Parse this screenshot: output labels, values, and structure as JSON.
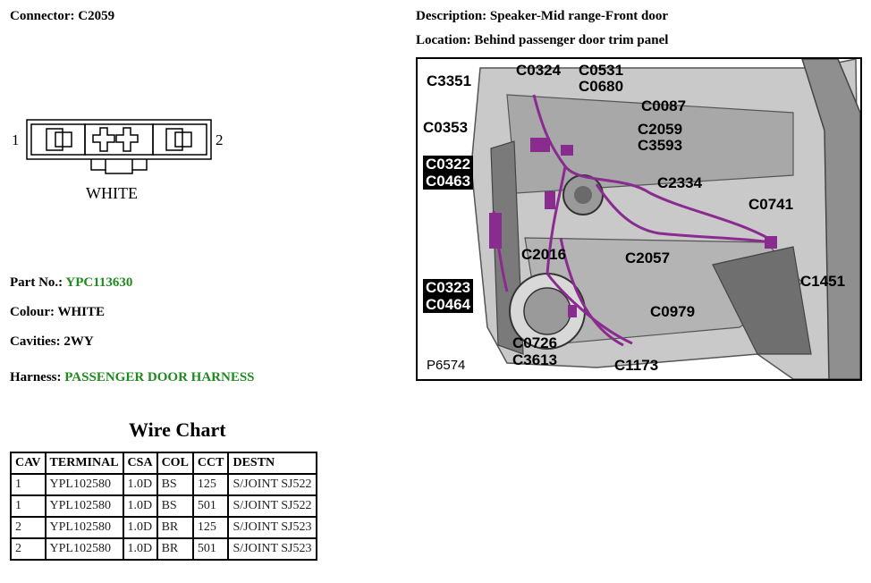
{
  "connector": {
    "label": "Connector:",
    "value": "C2059"
  },
  "description": {
    "label": "Description:",
    "value": "Speaker-Mid range-Front door"
  },
  "location": {
    "label": "Location:",
    "value": "Behind passenger door trim panel"
  },
  "diagram": {
    "pin_left": "1",
    "pin_right": "2",
    "color_text": "WHITE"
  },
  "part_no": {
    "label": "Part No.:",
    "value": "YPC113630"
  },
  "colour": {
    "label": "Colour:",
    "value": "WHITE"
  },
  "cavities": {
    "label": "Cavities:",
    "value": "2WY"
  },
  "harness": {
    "label": "Harness:",
    "value": "PASSENGER DOOR HARNESS"
  },
  "wire_chart": {
    "title": "Wire Chart",
    "headers": [
      "CAV",
      "TERMINAL",
      "CSA",
      "COL",
      "CCT",
      "DESTN"
    ],
    "rows": [
      [
        "1",
        "YPL102580",
        "1.0D",
        "BS",
        "125",
        "S/JOINT SJ522"
      ],
      [
        "1",
        "YPL102580",
        "1.0D",
        "BS",
        "501",
        "S/JOINT SJ522"
      ],
      [
        "2",
        "YPL102580",
        "1.0D",
        "BR",
        "125",
        "S/JOINT SJ523"
      ],
      [
        "2",
        "YPL102580",
        "1.0D",
        "BR",
        "501",
        "S/JOINT SJ523"
      ]
    ]
  },
  "photo": {
    "ref": "P6574",
    "callouts": {
      "c3351": "C3351",
      "c0324": "C0324",
      "c0531": "C0531",
      "c0680": "C0680",
      "c0087": "C0087",
      "c0353": "C0353",
      "c2059": "C2059",
      "c3593": "C3593",
      "c0322": "C0322",
      "c0463": "C0463",
      "c2334": "C2334",
      "c0741": "C0741",
      "c2016": "C2016",
      "c2057": "C2057",
      "c1451": "C1451",
      "c0323": "C0323",
      "c0464": "C0464",
      "c0979": "C0979",
      "c0726": "C0726",
      "c3613": "C3613",
      "c1173": "C1173"
    }
  },
  "colors": {
    "harness_purple": "#8a2b8f",
    "green_text": "#1f8a1f",
    "door_gray": "#7a7a7a"
  }
}
